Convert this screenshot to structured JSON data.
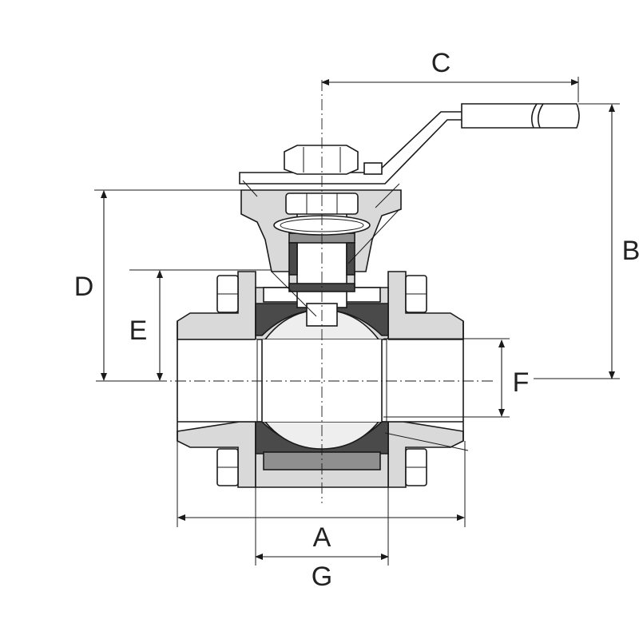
{
  "colors": {
    "outline": "#1a1a1a",
    "body_fill": "#d9d9d9",
    "ball_fill": "#eeeeee",
    "seal_fill": "#4a4a4a",
    "seat_fill": "#8f8f8f",
    "white": "#ffffff"
  },
  "dimensions": {
    "A": "A",
    "B": "B",
    "C": "C",
    "D": "D",
    "E": "E",
    "F": "F",
    "G": "G"
  }
}
